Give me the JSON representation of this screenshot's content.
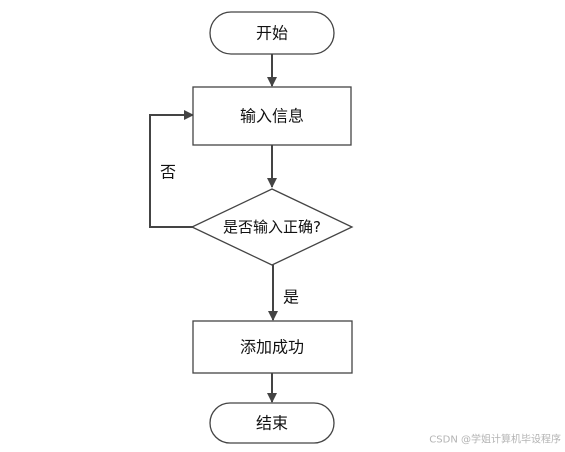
{
  "nodes": {
    "start": {
      "label": "开始",
      "shape": "terminal"
    },
    "input": {
      "label": "输入信息",
      "shape": "process"
    },
    "decision": {
      "label": "是否输入正确?",
      "shape": "decision"
    },
    "add": {
      "label": "添加成功",
      "shape": "process"
    },
    "end": {
      "label": "结束",
      "shape": "terminal"
    }
  },
  "edges": {
    "start_to_input": {
      "from": "start",
      "to": "input",
      "label": ""
    },
    "input_to_decision": {
      "from": "input",
      "to": "decision",
      "label": ""
    },
    "decision_no": {
      "from": "decision",
      "to": "input",
      "label": "否"
    },
    "decision_yes": {
      "from": "decision",
      "to": "add",
      "label": "是"
    },
    "add_to_end": {
      "from": "add",
      "to": "end",
      "label": ""
    }
  },
  "watermark": "CSDN @学姐计算机毕设程序",
  "colors": {
    "stroke": "#444444",
    "text": "#111111",
    "background": "#ffffff",
    "watermark": "#b4b4b4"
  }
}
